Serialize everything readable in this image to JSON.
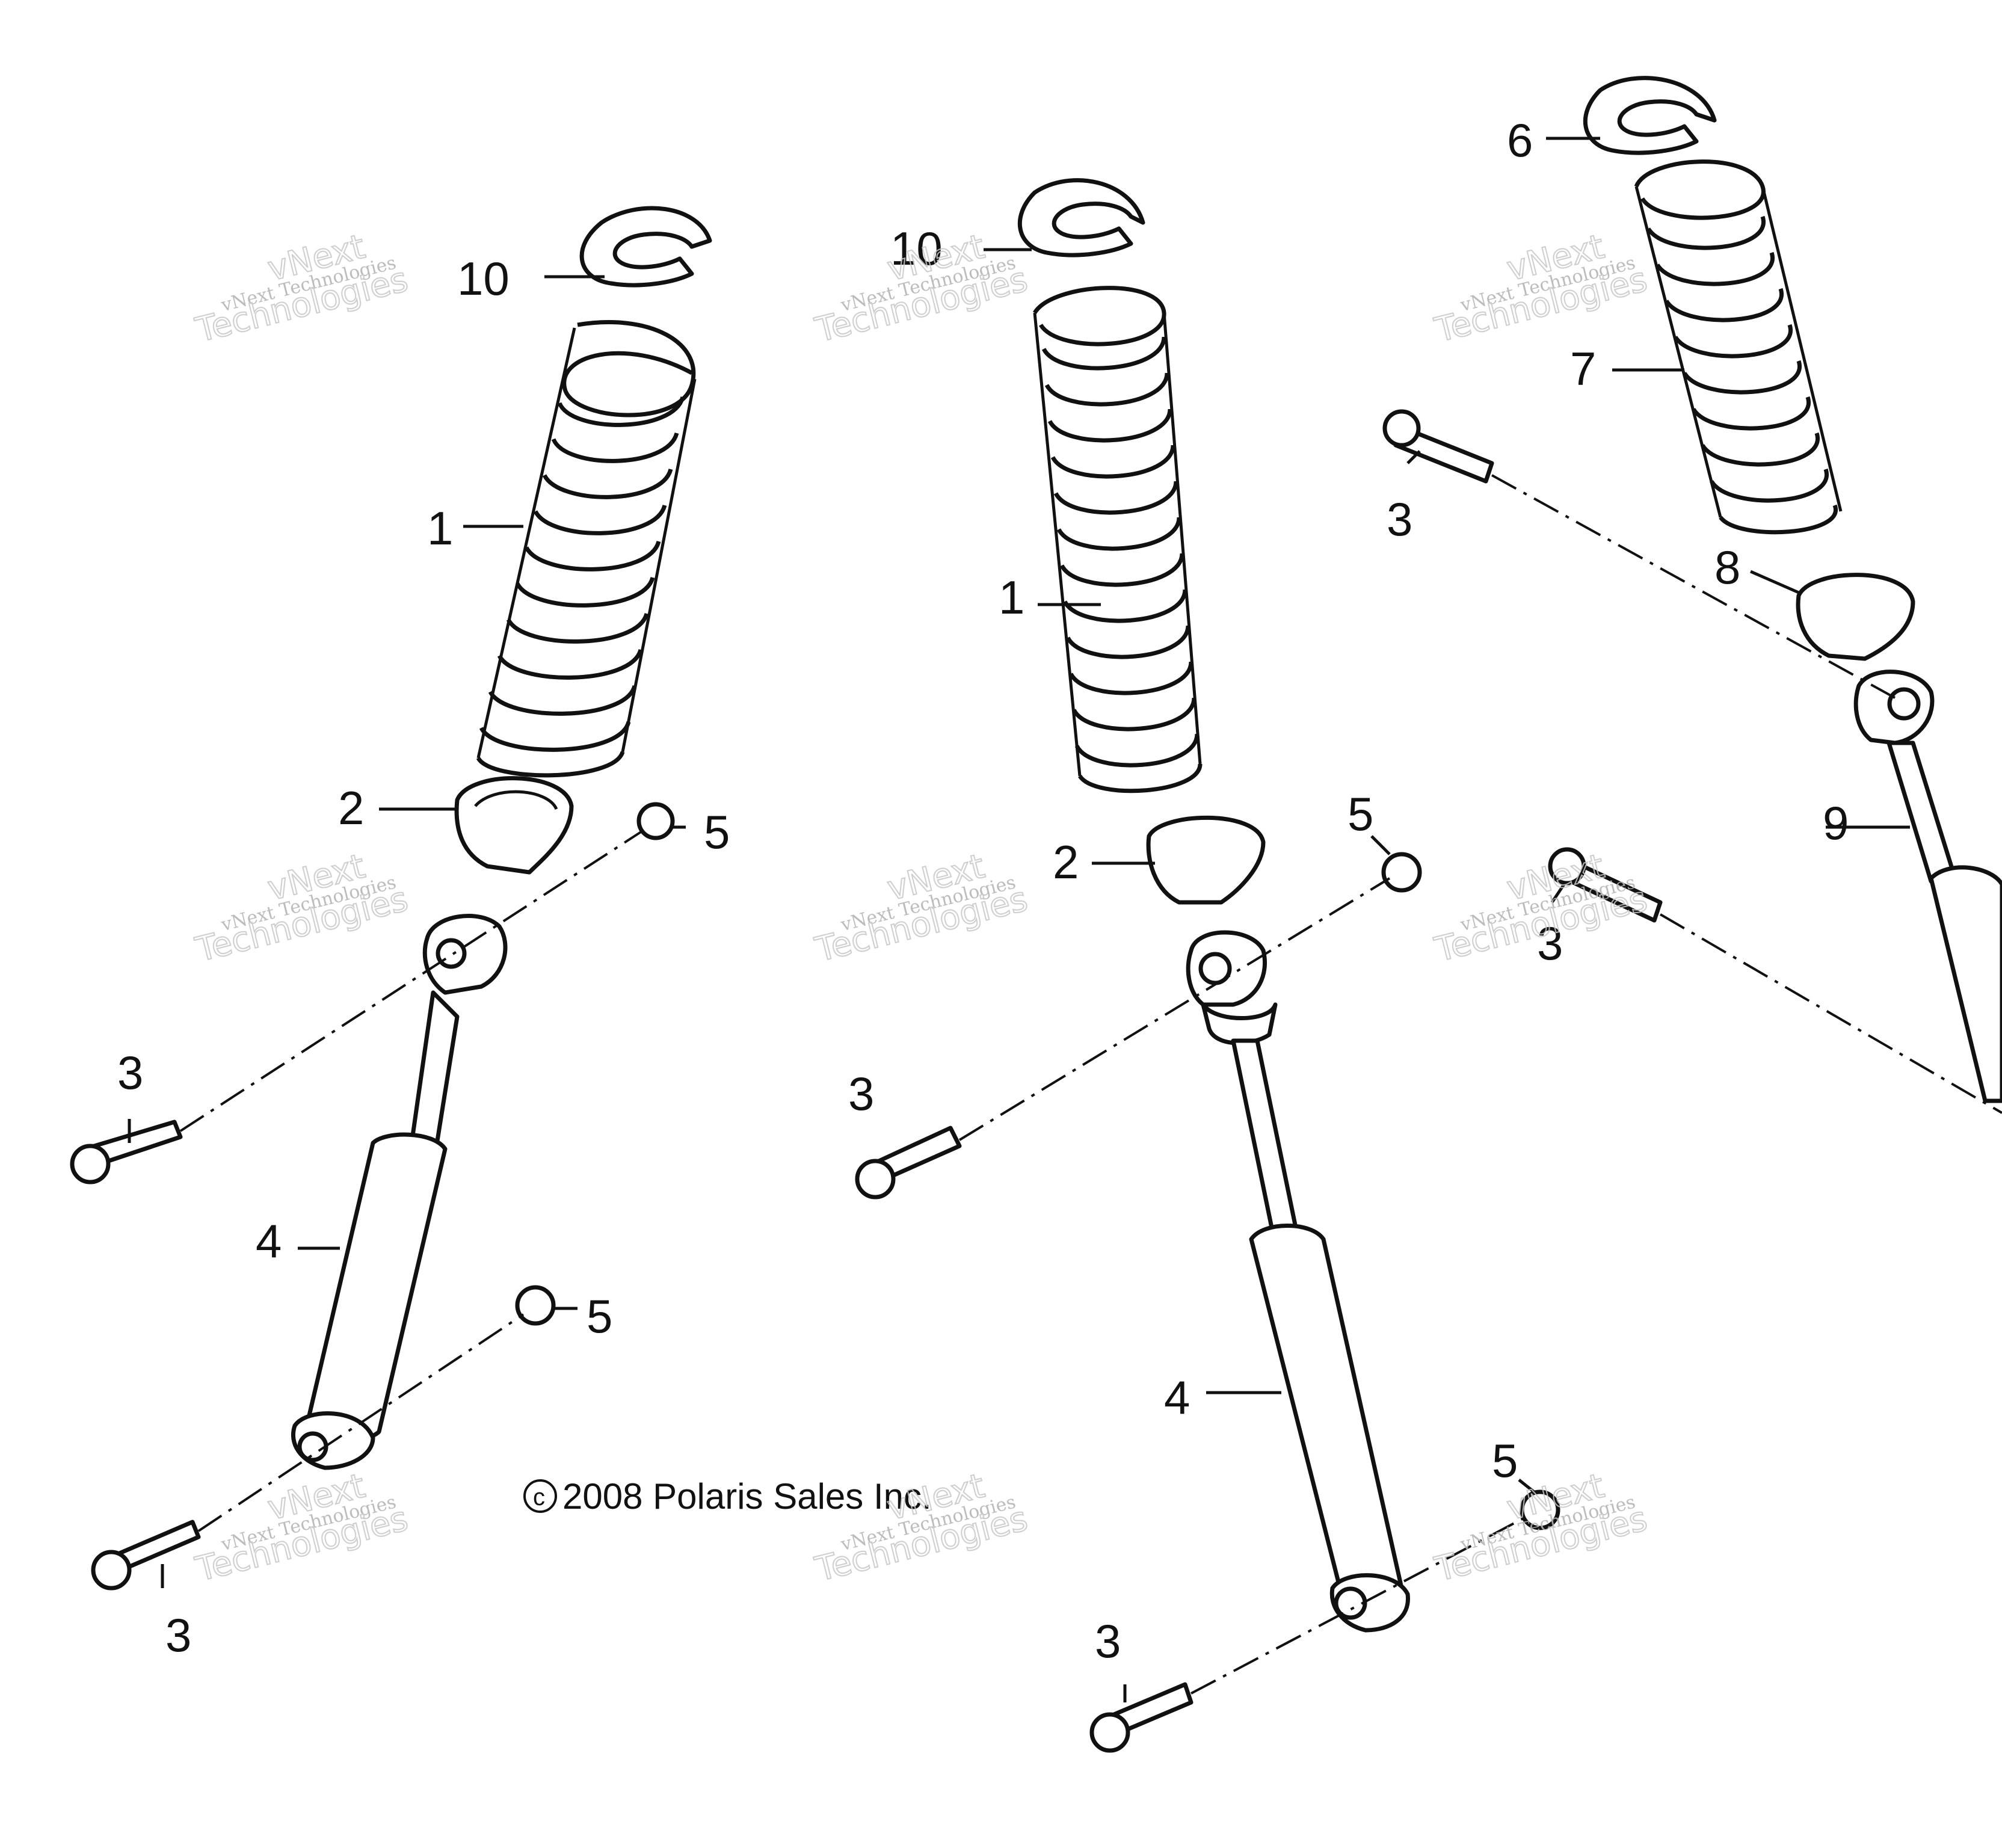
{
  "copyright": "2008 Polaris Sales Inc.",
  "copyright_symbol": "c",
  "watermark": {
    "line1": "vNext",
    "line2": "vNext Technologies",
    "line3": "Technologies"
  },
  "callouts": {
    "a_spring_top": "10",
    "a_spring": "1",
    "a_retainer": "2",
    "a_nut_top": "5",
    "a_bolt_top": "3",
    "a_shock": "4",
    "a_nut_bottom": "5",
    "a_bolt_bottom": "3",
    "b_spring_top": "10",
    "b_spring": "1",
    "b_retainer": "2",
    "b_nut_top": "5",
    "b_bolt_top": "3",
    "b_shock": "4",
    "b_nut_bottom": "5",
    "b_bolt_bottom": "3",
    "c_spring_top": "6",
    "c_spring": "7",
    "c_bolt_top": "3",
    "c_retainer": "8",
    "c_shock": "9",
    "c_bolt_mid": "3"
  }
}
